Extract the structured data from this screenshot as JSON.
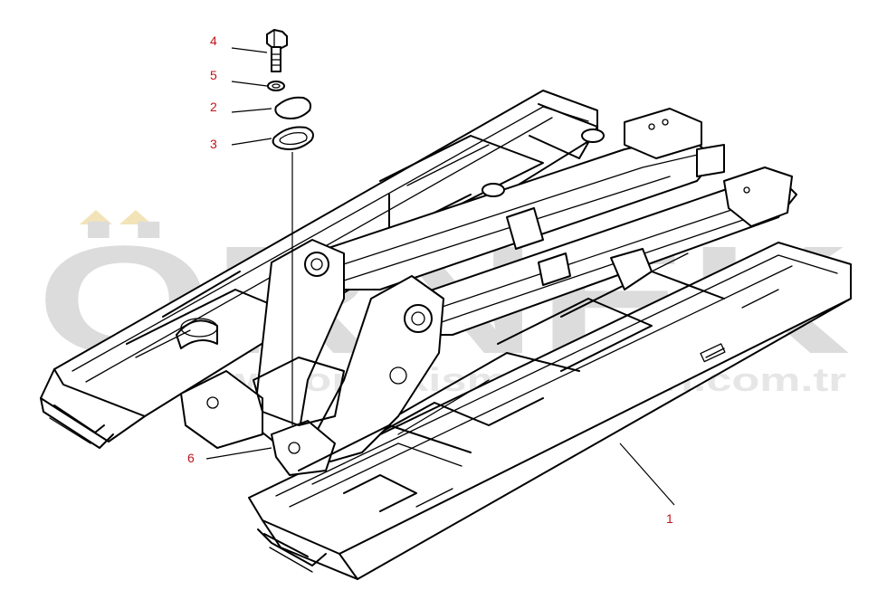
{
  "watermark": {
    "brand": "ÖRNEK",
    "url": "www.ornekismakinalari.com.tr",
    "accent_color": "#f3e3b8",
    "text_color": "#dcdcdc"
  },
  "callouts": [
    {
      "id": "4",
      "label": "4"
    },
    {
      "id": "5",
      "label": "5"
    },
    {
      "id": "2",
      "label": "2"
    },
    {
      "id": "3",
      "label": "3"
    },
    {
      "id": "6",
      "label": "6"
    },
    {
      "id": "1",
      "label": "1"
    }
  ],
  "callout_color": "#c0141c"
}
